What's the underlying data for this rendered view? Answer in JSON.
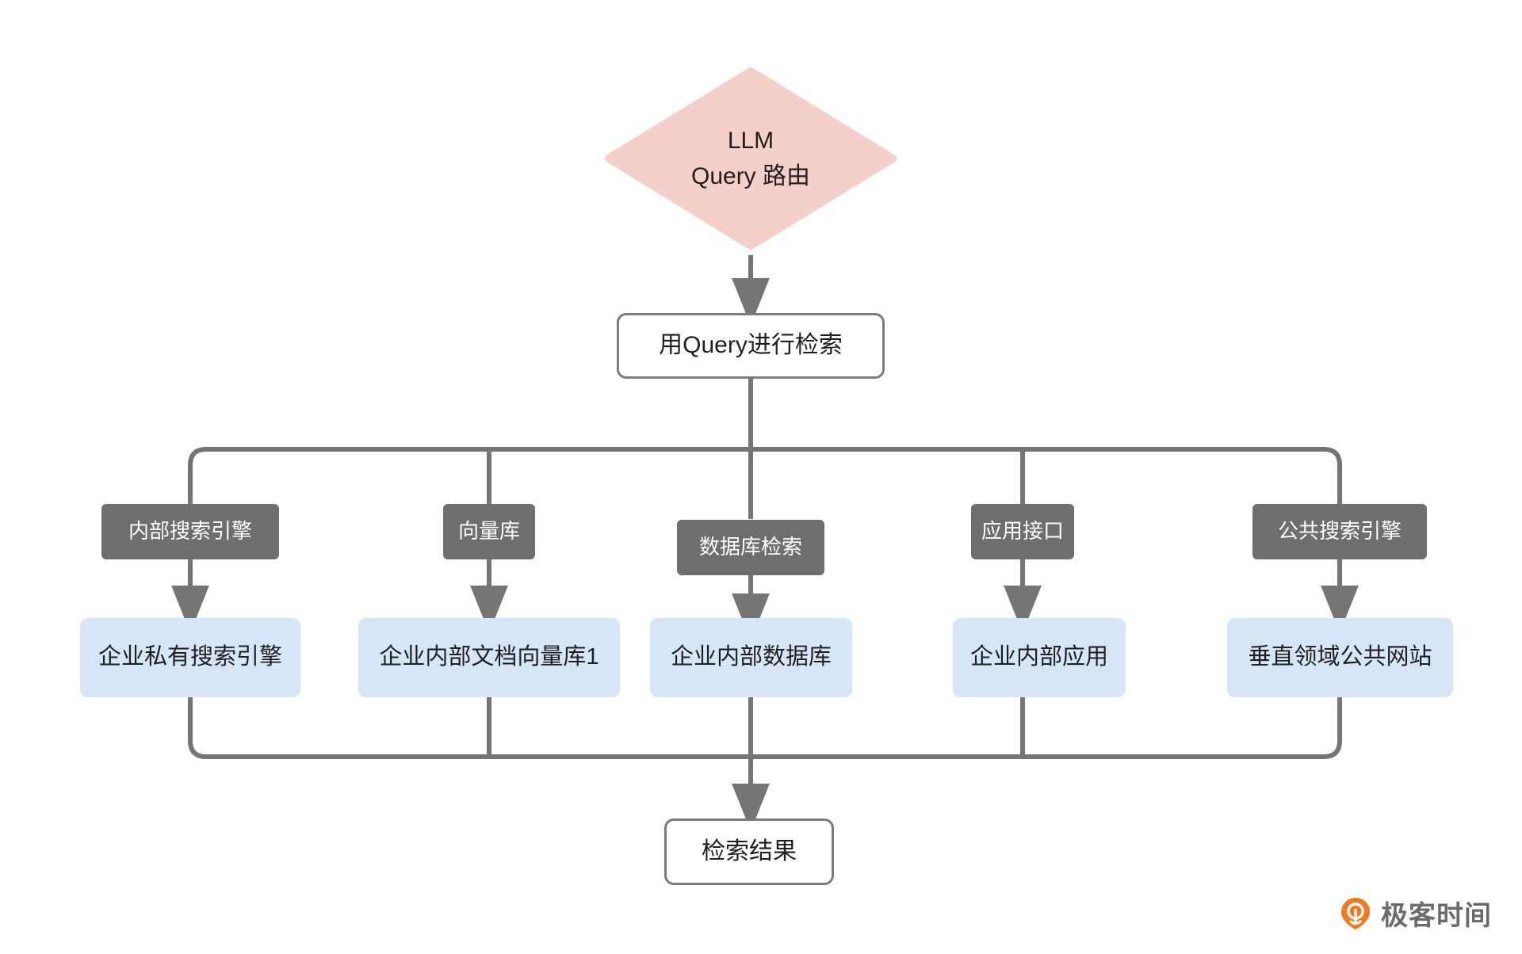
{
  "diagram": {
    "type": "flowchart",
    "direction": "top-down",
    "title_text": null,
    "colors": {
      "decision_fill": "#f5cfca",
      "edge_label_fill": "#6e6e6e",
      "edge_label_text": "#ffffff",
      "store_fill": "#d6e6f7",
      "connector_stroke": "#757575",
      "process_border": "#7b7b7b",
      "text": "#1f1f1f",
      "watermark_orange": "#f07b1d",
      "watermark_gray": "#6b6b6b"
    },
    "nodes": {
      "decision": {
        "shape": "diamond",
        "line1": "LLM",
        "line2": "Query 路由"
      },
      "process_top": {
        "shape": "rounded-rect",
        "label": "用Query进行检索"
      },
      "process_bottom": {
        "shape": "rounded-rect",
        "label": "检索结果"
      }
    },
    "branches": [
      {
        "edge_label": "内部搜索引擎",
        "store_label": "企业私有搜索引擎"
      },
      {
        "edge_label": "向量库",
        "store_label": "企业内部文档向量库1"
      },
      {
        "edge_label": "数据库检索",
        "store_label": "企业内部数据库"
      },
      {
        "edge_label": "应用接口",
        "store_label": "企业内部应用"
      },
      {
        "edge_label": "公共搜索引擎",
        "store_label": "垂直领域公共网站"
      }
    ]
  },
  "watermark": {
    "brand": "极客时间",
    "logo_icon": "geektime-logo-icon"
  }
}
